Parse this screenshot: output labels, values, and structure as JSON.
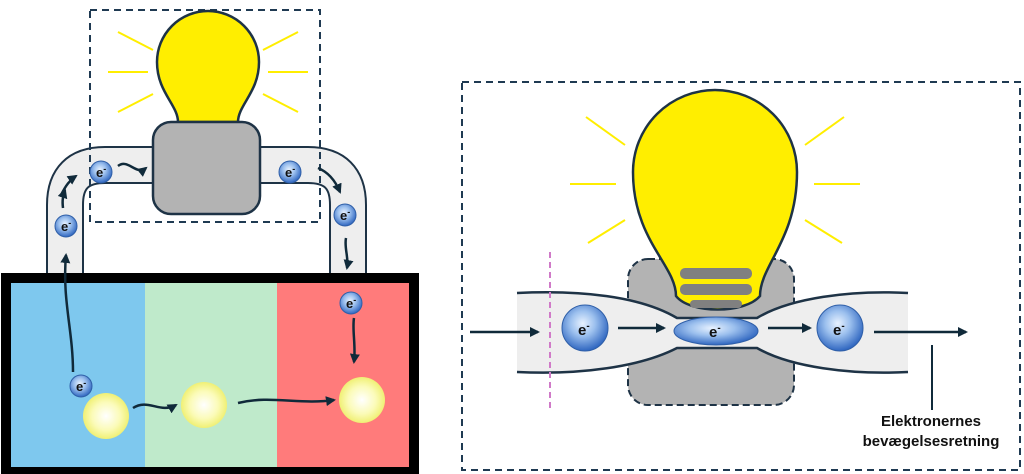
{
  "electron_label": "e",
  "electron_superscript": "-",
  "caption": {
    "line1": "Elektronernes",
    "line2": "bevægelsesretning"
  },
  "colors": {
    "battery_left": "#7ec8ee",
    "battery_middle": "#bfeacb",
    "battery_right": "#ff7b7b",
    "bulb_glass": "#ffee00",
    "bulb_socket": "#b3b3b3",
    "wire": "#eeeeee",
    "electron": "#4a7fd0",
    "ion": "#f7f7a0",
    "arrow": "#102a3a",
    "frame": "#1f3a52",
    "cross_section": "#d07ac8"
  }
}
